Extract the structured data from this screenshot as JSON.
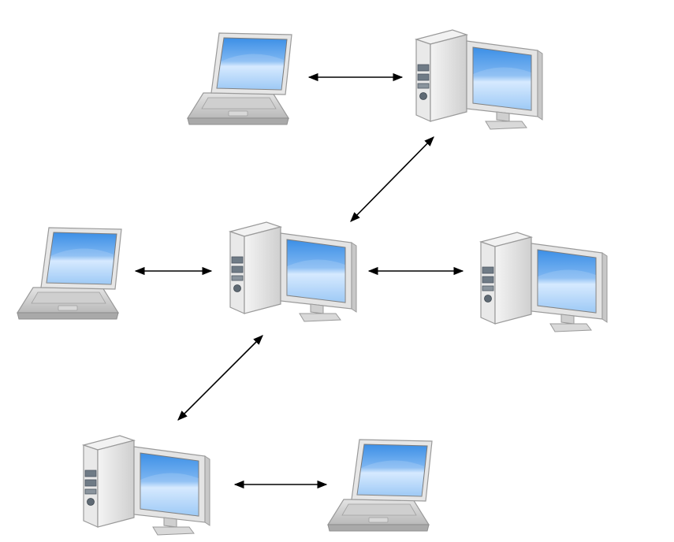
{
  "diagram": {
    "nodes": [
      {
        "id": "laptop-top-left",
        "kind": "laptop"
      },
      {
        "id": "desktop-top-right",
        "kind": "desktop"
      },
      {
        "id": "laptop-middle-left",
        "kind": "laptop"
      },
      {
        "id": "desktop-center",
        "kind": "desktop"
      },
      {
        "id": "desktop-middle-right",
        "kind": "desktop"
      },
      {
        "id": "desktop-bottom-left",
        "kind": "desktop"
      },
      {
        "id": "laptop-bottom-right",
        "kind": "laptop"
      }
    ],
    "links": [
      {
        "from": "laptop-top-left",
        "to": "desktop-top-right",
        "bidirectional": true
      },
      {
        "from": "desktop-top-right",
        "to": "desktop-center",
        "bidirectional": true
      },
      {
        "from": "laptop-middle-left",
        "to": "desktop-center",
        "bidirectional": true
      },
      {
        "from": "desktop-center",
        "to": "desktop-middle-right",
        "bidirectional": true
      },
      {
        "from": "desktop-center",
        "to": "desktop-bottom-left",
        "bidirectional": true
      },
      {
        "from": "desktop-bottom-left",
        "to": "laptop-bottom-right",
        "bidirectional": true
      }
    ],
    "colors": {
      "screen_light": "#cfe6ff",
      "screen_dark": "#3c8fe6",
      "bezel": "#e9e9e9",
      "case": "#dcdcdc",
      "outline": "#9a9a9a",
      "arrow": "#000000"
    }
  }
}
